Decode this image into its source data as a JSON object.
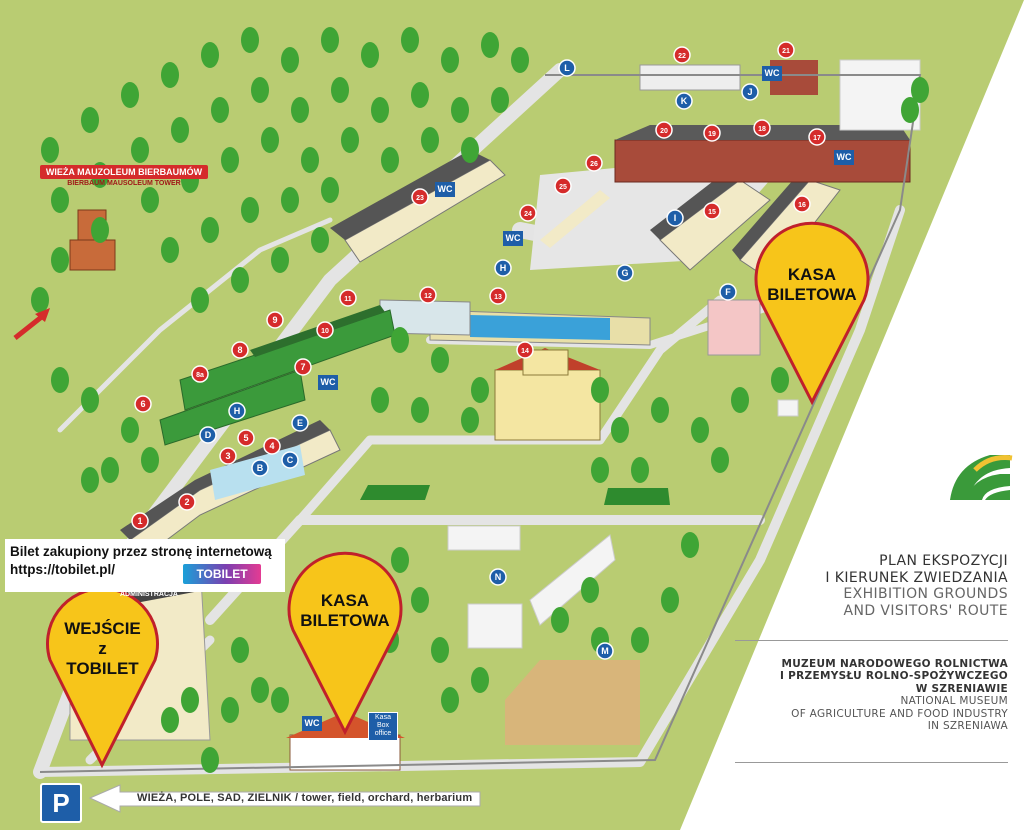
{
  "tower": {
    "label_pl": "WIEŻA MAUZOLEUM BIERBAUMÓW",
    "label_en": "BIERBAUM MAUSOLEUM TOWER"
  },
  "ticket_info": {
    "line1": "Bilet zakupiony przez stronę internetową",
    "line2": "https://tobilet.pl/",
    "logo_text": "TOBILET"
  },
  "pins": {
    "entrance": {
      "line1": "WEJŚCIE",
      "line2": "z",
      "line3": "TOBILET"
    },
    "box_office_center": {
      "line1": "KASA",
      "line2": "BILETOWA"
    },
    "box_office_right": {
      "line1": "KASA",
      "line2": "BILETOWA"
    }
  },
  "route": {
    "parking_symbol": "P",
    "arrow_label": "WIEŻA, POLE, SAD, ZIELNIK / tower, field, orchard, herbarium"
  },
  "legend": {
    "title_pl_1": "PLAN EKSPOZYCJI",
    "title_pl_2": "I KIERUNEK ZWIEDZANIA",
    "title_en_1": "EXHIBITION GROUNDS",
    "title_en_2": "AND VISITORS' ROUTE",
    "museum_pl_1": "MUZEUM NARODOWEGO ROLNICTWA",
    "museum_pl_2": "I PRZEMYSŁU ROLNO-SPOŻYWCZEGO",
    "museum_pl_3": "W SZRENIAWIE",
    "museum_en_1": "NATIONAL MUSEUM",
    "museum_en_2": "OF AGRICULTURE AND FOOD INDUSTRY",
    "museum_en_3": "IN SZRENIAWA"
  },
  "labels": {
    "admin": "ADMINISTRACJA",
    "kasa_small_1": "Kasa",
    "kasa_small_2": "Box",
    "kasa_small_3": "office",
    "wc": "WC"
  },
  "markers_red": [
    {
      "n": "1"
    },
    {
      "n": "2"
    },
    {
      "n": "3"
    },
    {
      "n": "4"
    },
    {
      "n": "5"
    },
    {
      "n": "6"
    },
    {
      "n": "7"
    },
    {
      "n": "8"
    },
    {
      "n": "8a"
    },
    {
      "n": "9"
    },
    {
      "n": "10"
    },
    {
      "n": "11"
    },
    {
      "n": "12"
    },
    {
      "n": "13"
    },
    {
      "n": "14"
    },
    {
      "n": "15"
    },
    {
      "n": "16"
    },
    {
      "n": "17"
    },
    {
      "n": "18"
    },
    {
      "n": "19"
    },
    {
      "n": "20"
    },
    {
      "n": "21"
    },
    {
      "n": "22"
    },
    {
      "n": "23"
    },
    {
      "n": "24"
    },
    {
      "n": "25"
    },
    {
      "n": "26"
    }
  ],
  "markers_blue": [
    {
      "n": "B"
    },
    {
      "n": "C"
    },
    {
      "n": "D"
    },
    {
      "n": "E"
    },
    {
      "n": "F"
    },
    {
      "n": "G"
    },
    {
      "n": "H"
    },
    {
      "n": "H"
    },
    {
      "n": "I"
    },
    {
      "n": "J"
    },
    {
      "n": "K"
    },
    {
      "n": "L"
    },
    {
      "n": "M"
    },
    {
      "n": "N"
    }
  ],
  "colors": {
    "grass": "#b9cc72",
    "path": "#e4e4e4",
    "pin_yellow": "#f7c51a",
    "pin_border": "#c0202b",
    "marker_red": "#d52b2b",
    "marker_blue": "#1e5ea8",
    "tree": "#3fa535",
    "panel": "#ffffff"
  }
}
